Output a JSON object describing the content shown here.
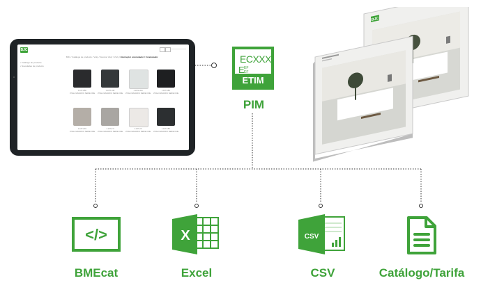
{
  "tablet": {
    "logo": "BJC",
    "sidebar": [
      "• Catálogo de producto",
      "• Novedades de producto"
    ],
    "breadcrumb_path": "BJC / Catálogo de producto / Viuly / Decorar Viuly / Viuly /",
    "breadcrumb_current": "Interruptor conmutador / Conmutador",
    "products": [
      {
        "color": "#2a2b2d",
        "ref": "1.1071-BK",
        "name": "VIVALI MAGNIFIC SERIE ONE"
      },
      {
        "color": "#34383a",
        "ref": "1.1071-GR",
        "name": "VIVALI MAGNIFIC SERIE ONE"
      },
      {
        "color": "#dfe3e2",
        "ref": "1.1071-WH",
        "name": "VIVALI MAGNIFIC SERIE ONE"
      },
      {
        "color": "#1e1f21",
        "ref": "1.1071-BK",
        "name": "VIVALI MAGNIFIC SERIE ONE"
      },
      {
        "color": "#b4aea7",
        "ref": "1.1071-SV",
        "name": "VIVALI MAGNIFIC SERIE ONE"
      },
      {
        "color": "#a9a6a2",
        "ref": "1.1071-TI",
        "name": "VIVALI MAGNIFIC SERIE ONE"
      },
      {
        "color": "#ece9e6",
        "ref": "1.1071-IV",
        "name": "VIVALI MAGNIFIC SERIE ONE"
      },
      {
        "color": "#2c2f31",
        "ref": "1.1071-BK",
        "name": "VIVALI MAGNIFIC SERIE ONE"
      }
    ]
  },
  "pim": {
    "code": "ECXXX",
    "e_letter": "E",
    "ef_top": "EF",
    "ef_bottom": "EF",
    "standard": "ETIM",
    "label": "PIM"
  },
  "catalog_logo": "BJC",
  "outputs": [
    {
      "label": "BMEcat",
      "icon": "code-icon",
      "glyph": "</>"
    },
    {
      "label": "Excel",
      "icon": "excel-icon",
      "glyph": "X"
    },
    {
      "label": "CSV",
      "icon": "csv-icon",
      "glyph": "CSV"
    },
    {
      "label": "Catálogo/Tarifa",
      "icon": "document-icon",
      "glyph": ""
    }
  ],
  "colors": {
    "brand_green": "#3fa33a",
    "tablet_frame": "#1f2326"
  }
}
